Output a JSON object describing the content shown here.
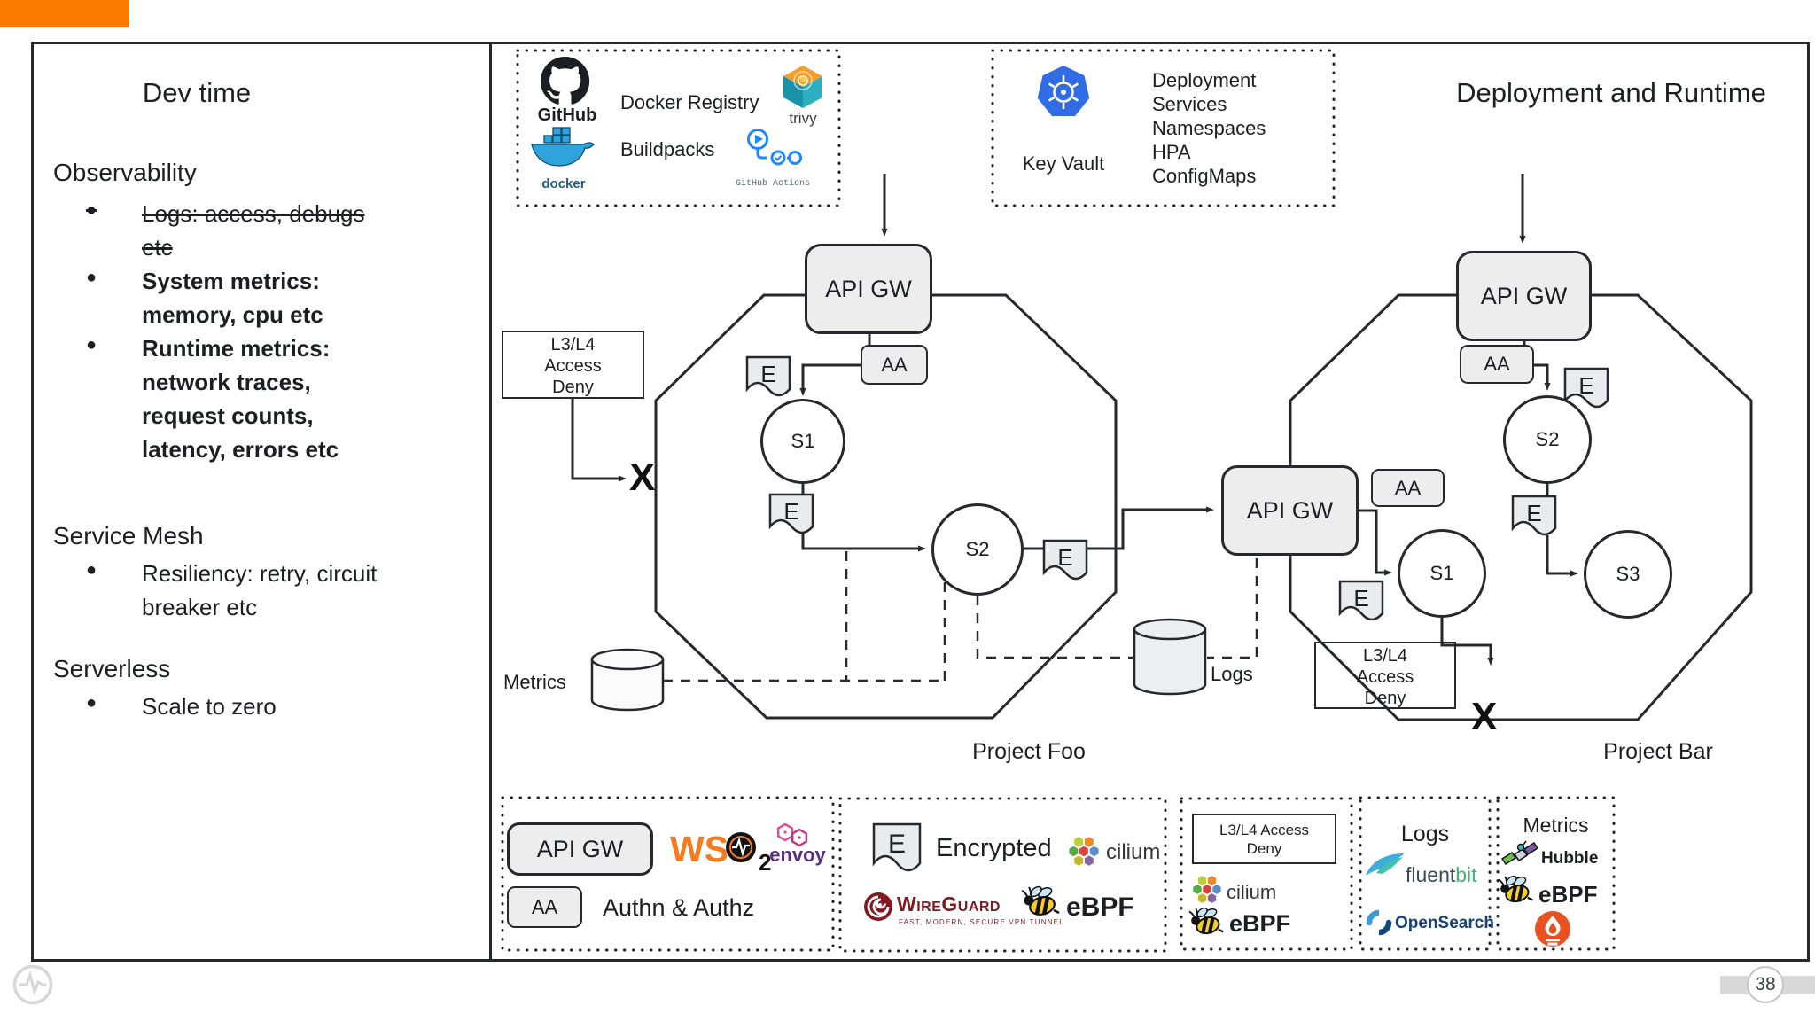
{
  "slide": {
    "page_number": "38"
  },
  "left_panel": {
    "title": "Dev time",
    "bullet_glyph": "●",
    "observability": {
      "heading": "Observability",
      "bullets": [
        {
          "text": "Logs: access, debugs etc"
        },
        {
          "text": "System metrics: memory, cpu etc"
        },
        {
          "text": "Runtime metrics: network traces, request counts, latency, errors etc"
        }
      ]
    },
    "service_mesh": {
      "heading": "Service Mesh",
      "bullets": [
        {
          "text": "Resiliency: retry, circuit breaker etc"
        }
      ]
    },
    "serverless": {
      "heading": "Serverless",
      "bullets": [
        {
          "text": "Scale to zero"
        }
      ]
    }
  },
  "pipeline_box": {
    "github": "GitHub",
    "docker_registry": "Docker Registry",
    "trivy": "trivy",
    "docker": "docker",
    "buildpacks": "Buildpacks",
    "github_actions": "GitHub Actions"
  },
  "cluster_box": {
    "key_vault": "Key Vault",
    "resources": [
      "Deployment",
      "Services",
      "Namespaces",
      "HPA",
      "ConfigMaps"
    ]
  },
  "diagram": {
    "title": "Deployment and Runtime",
    "api_gw": "API GW",
    "aa": "AA",
    "encrypted_flag": "E",
    "x_mark": "X",
    "metrics": "Metrics",
    "logs": "Logs",
    "deny": {
      "line1": "L3/L4",
      "line2": "Access",
      "line3": "Deny"
    },
    "foo": {
      "label": "Project Foo",
      "s1": "S1",
      "s2": "S2"
    },
    "bar": {
      "label": "Project Bar",
      "s1": "S1",
      "s2": "S2",
      "s3": "S3"
    }
  },
  "legend": {
    "gateway": {
      "api_gw": "API GW",
      "aa": "AA",
      "authnz": "Authn & Authz",
      "wso2_ws": "WS",
      "wso2_two": "2",
      "envoy": "envoy"
    },
    "encrypted": {
      "flag": "E",
      "label": "Encrypted",
      "cilium": "cilium",
      "wireguard": "WireGuard",
      "wireguard_tagline": "FAST, MODERN, SECURE VPN TUNNEL",
      "ebpf": "eBPF"
    },
    "deny": {
      "line1": "L3/L4 Access",
      "line2": "Deny",
      "cilium": "cilium",
      "ebpf": "eBPF"
    },
    "logs": {
      "title": "Logs",
      "fluent": "fluent",
      "bit": "bit",
      "opensearch": "OpenSearch"
    },
    "metrics": {
      "title": "Metrics",
      "hubble": "Hubble",
      "ebpf": "eBPF"
    }
  },
  "colors": {
    "accent_orange": "#FB7B00",
    "frame": "#26282d",
    "node_fill": "#ededee",
    "kubernetes_blue": "#326CE5",
    "github_actions_blue": "#2088FF",
    "wso2_orange": "#F47B20",
    "envoy_purple": "#5A2D82",
    "wireguard_red": "#7B1C22",
    "opensearch_blue": "#16417C",
    "fluentbit_green": "#49B178",
    "prometheus_orange": "#E75225"
  }
}
